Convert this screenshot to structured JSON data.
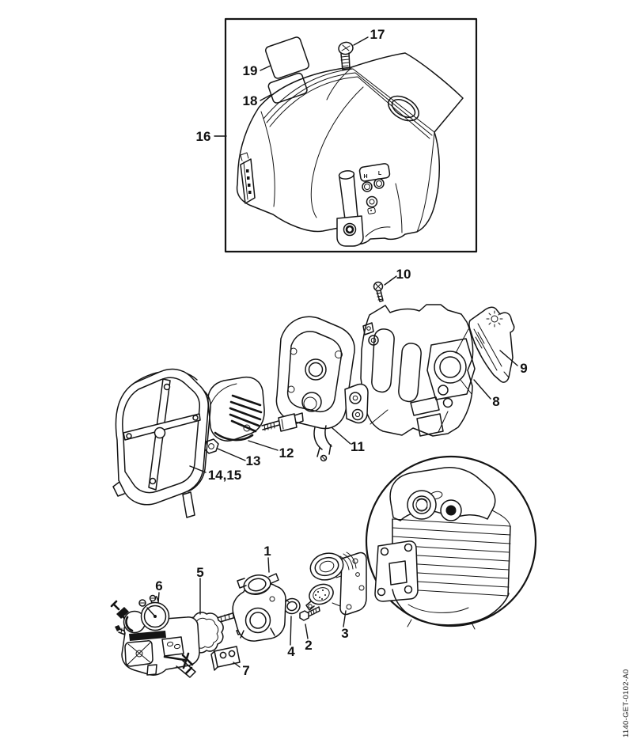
{
  "diagram": {
    "drawing_number": "1140-GET-0102-A0",
    "shroud_markings": {
      "high_adjuster": "H",
      "low_adjuster": "L"
    },
    "callouts": [
      "1",
      "2",
      "3",
      "4",
      "5",
      "6",
      "7",
      "8",
      "9",
      "10",
      "11",
      "12",
      "13",
      "14,15",
      "16",
      "17",
      "18",
      "19"
    ]
  }
}
